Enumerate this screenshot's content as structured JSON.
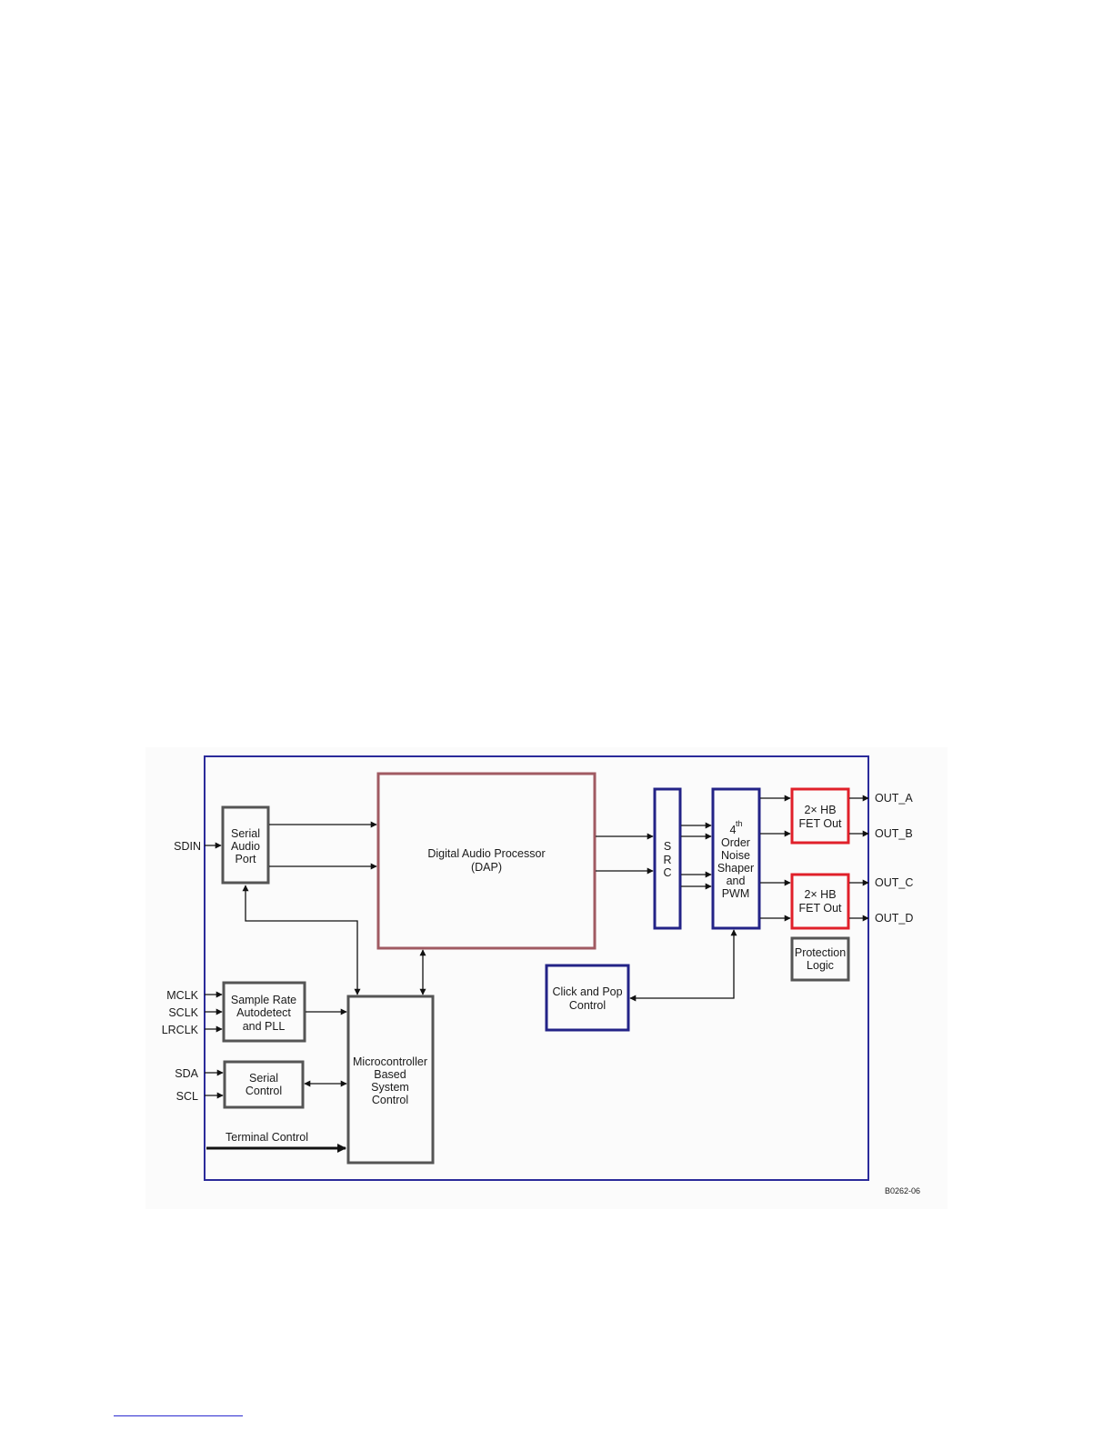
{
  "blocks": {
    "serial_audio_port": [
      "Serial",
      "Audio",
      "Port"
    ],
    "dap": [
      "Digital Audio Processor",
      "(DAP)"
    ],
    "src": [
      "S",
      "R",
      "C"
    ],
    "noise_shaper": [
      "4",
      "th",
      "Order",
      "Noise",
      "Shaper",
      "and",
      "PWM"
    ],
    "fet_out_1": [
      "2× HB",
      "FET Out"
    ],
    "fet_out_2": [
      "2× HB",
      "FET Out"
    ],
    "protection": [
      "Protection",
      "Logic"
    ],
    "click_pop": [
      "Click and Pop",
      "Control"
    ],
    "sample_rate": [
      "Sample Rate",
      "Autodetect",
      "and PLL"
    ],
    "serial_control": [
      "Serial",
      "Control"
    ],
    "microcontroller": [
      "Microcontroller",
      "Based",
      "System",
      "Control"
    ]
  },
  "signals": {
    "sdin": "SDIN",
    "mclk": "MCLK",
    "sclk": "SCLK",
    "lrclk": "LRCLK",
    "sda": "SDA",
    "scl": "SCL",
    "terminal_control": "Terminal Control",
    "out_a": "OUT_A",
    "out_b": "OUT_B",
    "out_c": "OUT_C",
    "out_d": "OUT_D"
  },
  "figure_id": "B0262-06",
  "colors": {
    "frame": "#2b2b9a",
    "dap": "#a05a62",
    "blue_block": "#232387",
    "red_block": "#e0202a",
    "gray_block": "#555555"
  }
}
